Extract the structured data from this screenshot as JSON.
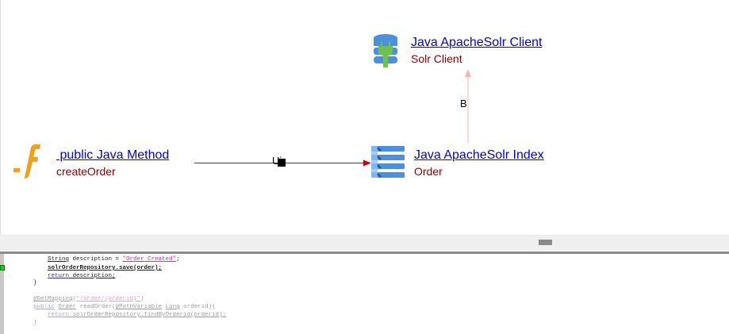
{
  "diagram": {
    "nodes": [
      {
        "title": " public Java Method",
        "subtitle": "createOrder",
        "icon": "function-icon"
      },
      {
        "title": "Java ApacheSolr Index",
        "subtitle": "Order",
        "icon": "index-list-icon"
      },
      {
        "title": "Java ApacheSolr Client",
        "subtitle": "Solr Client",
        "icon": "database-plug-icon"
      }
    ],
    "edges": [
      {
        "from": "public Java Method",
        "to": "Java ApacheSolr Index",
        "label": "Ui",
        "color": "#cc0000"
      },
      {
        "from": "Java ApacheSolr Index",
        "to": "Java ApacheSolr Client",
        "label": "B",
        "color": "#f4b4b4"
      }
    ]
  },
  "code": {
    "lines": [
      {
        "indent": "        ",
        "parts": [
          "String",
          " description = ",
          "\"Order Created\"",
          ";"
        ]
      },
      {
        "indent": "        ",
        "parts": [
          "solrOrderRepository.save(order);"
        ]
      },
      {
        "indent": "        ",
        "parts": [
          "return",
          " description;"
        ]
      },
      {
        "indent": "    ",
        "parts": [
          "}"
        ]
      },
      {
        "indent": "    ",
        "parts": [
          "@GetMapping",
          "(",
          "\"/order/{orderid}\"",
          ")"
        ]
      },
      {
        "indent": "    ",
        "parts": [
          "public",
          " ",
          "Order",
          " readOrder(",
          "@PathVariable",
          " ",
          "Long",
          " orderid){"
        ]
      },
      {
        "indent": "        ",
        "parts": [
          "return",
          " solrOrderRepository.findByOrderid(orderid);"
        ]
      },
      {
        "indent": "    ",
        "parts": [
          "}"
        ]
      }
    ]
  },
  "colors": {
    "link": "#0000ee",
    "subtitle": "#8b0000",
    "marker": "#22c422"
  }
}
